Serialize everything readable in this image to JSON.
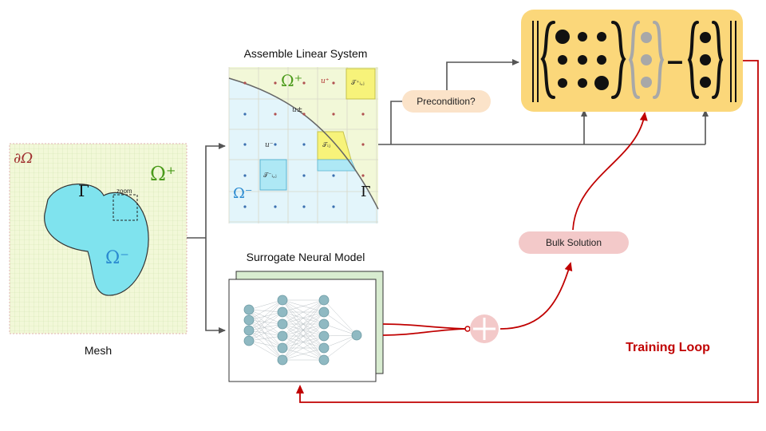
{
  "mesh": {
    "caption": "Mesh",
    "boundary_label": "∂Ω",
    "omega_plus": "Ω⁺",
    "omega_minus": "Ω⁻",
    "gamma": "Γ",
    "zoom_label": "zoom"
  },
  "linear_system": {
    "caption": "Assemble Linear System",
    "omega_plus": "Ω⁺",
    "omega_minus": "Ω⁻",
    "gamma": "Γ",
    "u_plus": "u⁺",
    "u_pm": "u±",
    "u_minus": "u⁻",
    "cell_plus": "𝒯⁺ᵢ,ⱼ",
    "cell_minus": "𝒯⁻ᵢ,ⱼ",
    "cell_interface": "𝒯ᵢⱼ"
  },
  "neural_model": {
    "caption": "Surrogate Neural Model"
  },
  "labels": {
    "precondition": "Precondition?",
    "bulk_solution": "Bulk Solution",
    "training_loop": "Training Loop",
    "minus_sign": "–"
  },
  "colors": {
    "red_accent": "#c00000",
    "mesh_bg": "#f2f8d8",
    "omega_minus_fill": "#7fe3ee",
    "omega_plus_text": "#4a9a1a",
    "omega_minus_text": "#2a8ad0",
    "system_bg": "#fbd77a",
    "pill_precondition": "#fbe3c9",
    "pill_bulk": "#f3c9c9"
  }
}
